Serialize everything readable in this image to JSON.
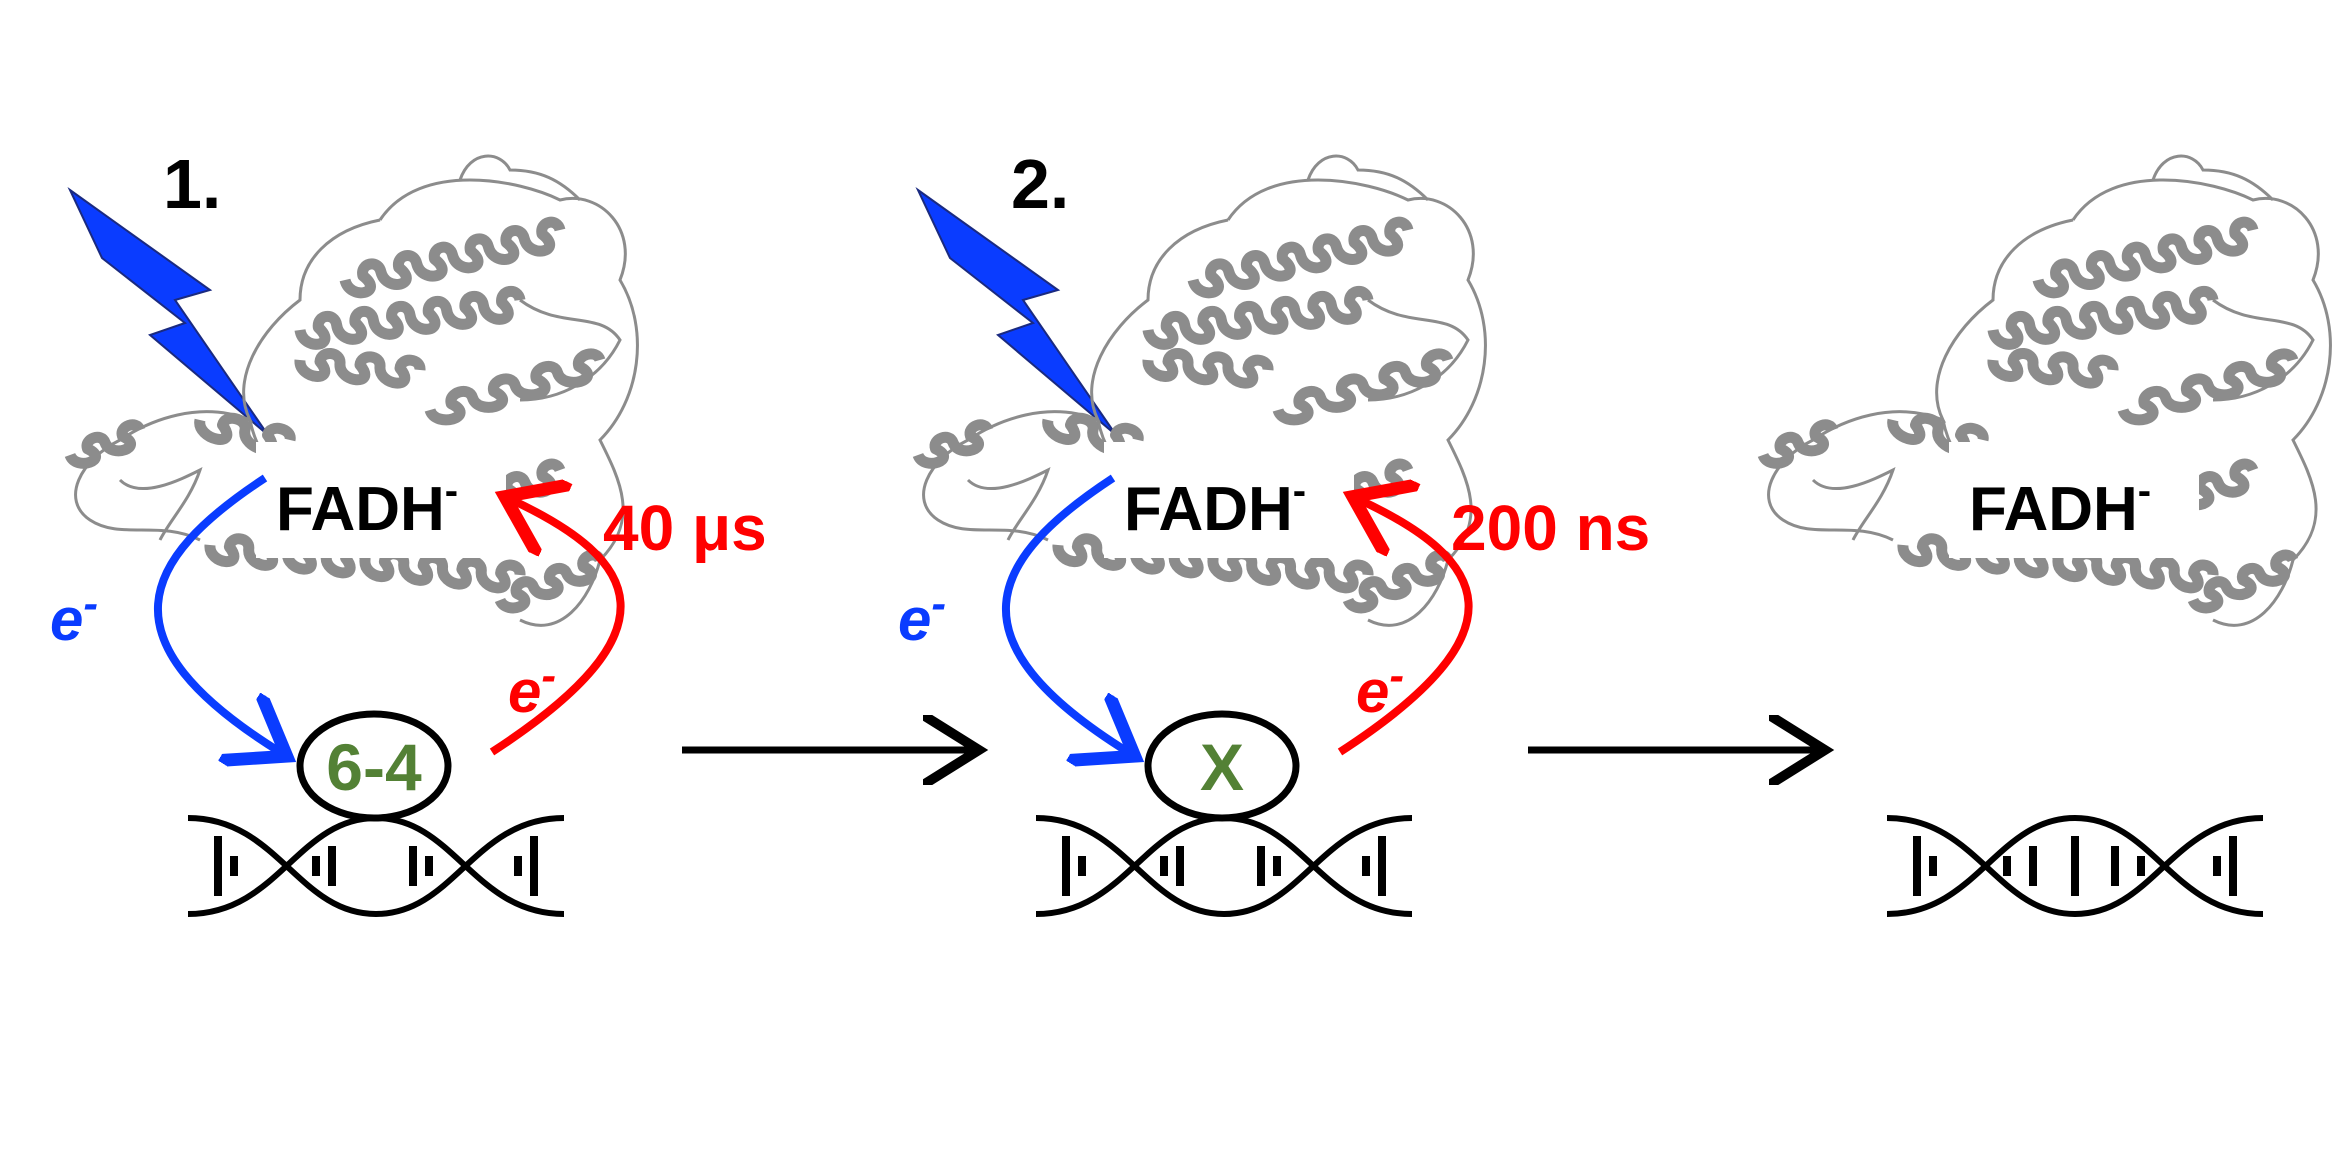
{
  "steps": [
    {
      "number": "1.",
      "cofactor": "FADH",
      "cofactor_charge": "-",
      "lesion": "6-4",
      "forward_electron": "e",
      "back_electron": "e",
      "charge": "-",
      "time": "40 μs"
    },
    {
      "number": "2.",
      "cofactor": "FADH",
      "cofactor_charge": "-",
      "lesion": "X",
      "forward_electron": "e",
      "back_electron": "e",
      "charge": "-",
      "time": "200 ns"
    },
    {
      "cofactor": "FADH",
      "cofactor_charge": "-"
    }
  ],
  "colors": {
    "forward": "#0a3cff",
    "back": "#ff0000",
    "lesion": "#538135",
    "light": "#0a3cff",
    "protein": "#8c8c8c"
  }
}
